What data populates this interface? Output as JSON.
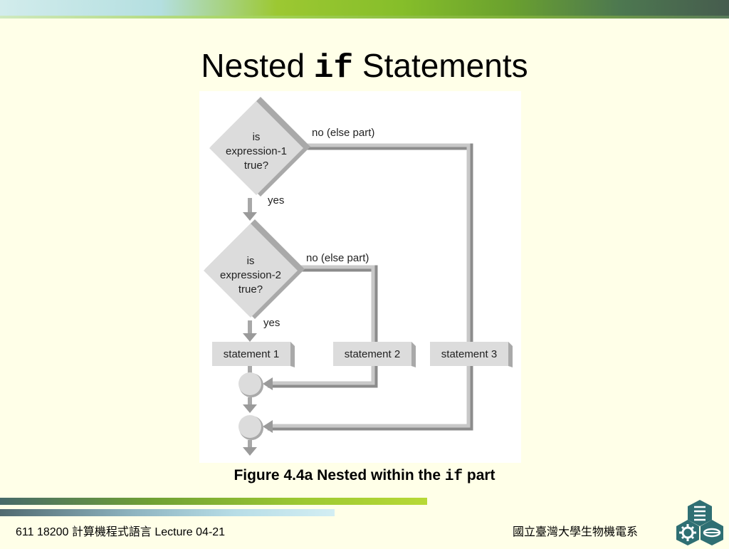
{
  "slide": {
    "title_pre": "Nested ",
    "title_kw": "if",
    "title_post": " Statements",
    "caption_pre": "Figure 4.4a  Nested within the ",
    "caption_kw": "if",
    "caption_post": " part",
    "footer_left": "611 18200 計算機程式語言  Lecture 04-21",
    "footer_right": "國立臺灣大學生物機電系"
  },
  "flowchart": {
    "decision1": [
      "is",
      "expression-1",
      "true?"
    ],
    "decision2": [
      "is",
      "expression-2",
      "true?"
    ],
    "no_label_1": "no (else part)",
    "no_label_2": "no (else part)",
    "yes_label_1": "yes",
    "yes_label_2": "yes",
    "statement1": "statement 1",
    "statement2": "statement 2",
    "statement3": "statement 3"
  },
  "colors": {
    "shape_fill": "#dcdcdc",
    "shape_shadow": "#a9a9a9",
    "line_color": "#bdbdbd",
    "line_shadow": "#8c8c8c",
    "arrow_color": "#9a9a9a"
  },
  "icons": {
    "logo": "university-department-logo"
  }
}
